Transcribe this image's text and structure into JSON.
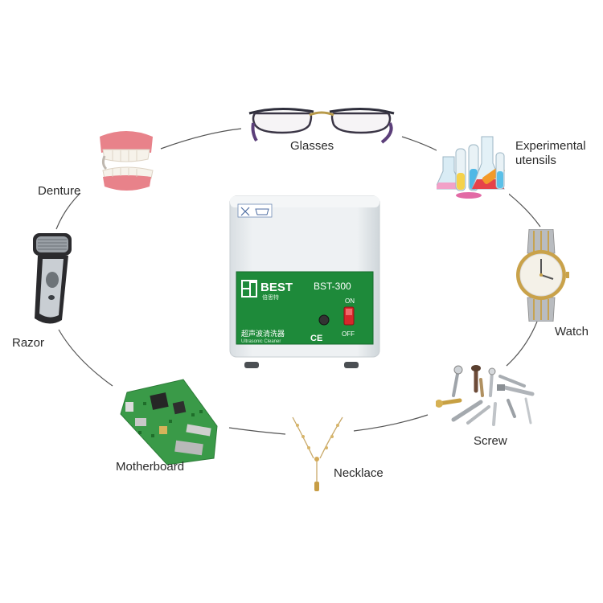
{
  "labels": {
    "glasses": "Glasses",
    "experimental_line1": "Experimental",
    "experimental_line2": "utensils",
    "denture": "Denture",
    "razor": "Razor",
    "watch": "Watch",
    "screw": "Screw",
    "motherboard": "Motherboard",
    "necklace": "Necklace"
  },
  "device": {
    "brand": "BEST",
    "brand_cn": "倍思特",
    "model": "BST-300",
    "name_cn": "超声波清洗器",
    "name_en": "Ultrasonic Cleaner",
    "on": "ON",
    "off": "OFF",
    "ce": "CE"
  },
  "colors": {
    "panel_green": "#1e8a3a",
    "tank_gray": "#e9edef",
    "ring_line": "#555555",
    "switch_red": "#d8262b"
  }
}
